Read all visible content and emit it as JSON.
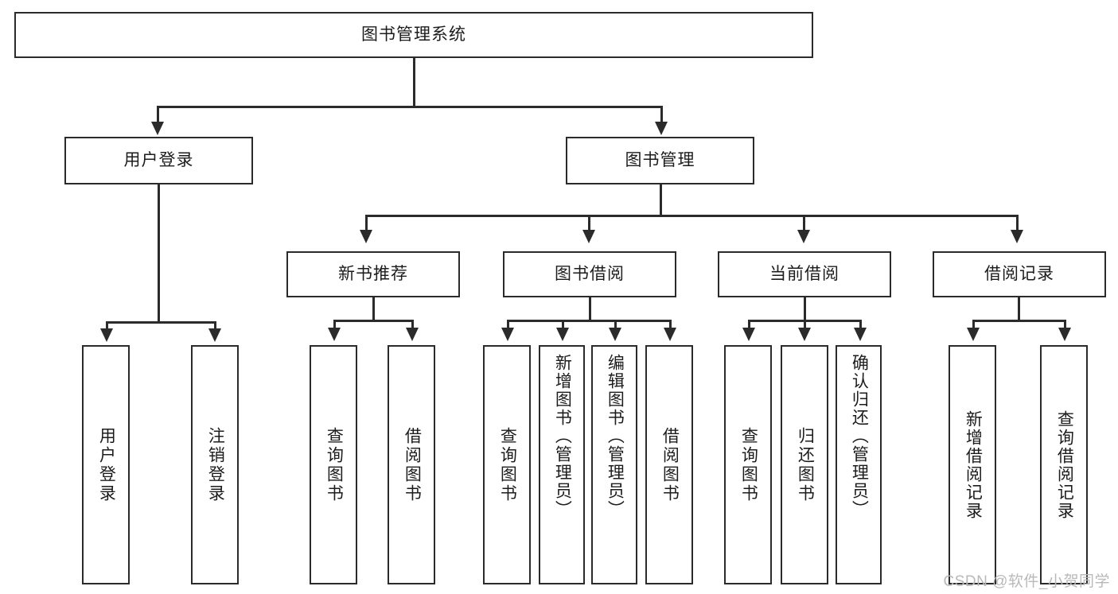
{
  "diagram": {
    "title": "图书管理系统",
    "type": "hierarchy-tree",
    "watermark": "CSDN @软件_小贺同学"
  },
  "root": {
    "label": "图书管理系统"
  },
  "level2": [
    {
      "label": "用户登录"
    },
    {
      "label": "图书管理"
    }
  ],
  "level3": [
    {
      "label": "新书推荐"
    },
    {
      "label": "图书借阅"
    },
    {
      "label": "当前借阅"
    },
    {
      "label": "借阅记录"
    }
  ],
  "leaves": {
    "user_login": [
      {
        "label": "用户登录"
      },
      {
        "label": "注销登录"
      }
    ],
    "new_book": [
      {
        "label": "查询图书"
      },
      {
        "label": "借阅图书"
      }
    ],
    "book_borrow": [
      {
        "label": "查询图书"
      },
      {
        "label": "新增图书（管理员）"
      },
      {
        "label": "编辑图书（管理员）"
      },
      {
        "label": "借阅图书"
      }
    ],
    "current_borrow": [
      {
        "label": "查询图书"
      },
      {
        "label": "归还图书"
      },
      {
        "label": "确认归还（管理员）"
      }
    ],
    "borrow_record": [
      {
        "label": "新增借阅记录"
      },
      {
        "label": "查询借阅记录"
      }
    ]
  },
  "colors": {
    "stroke": "#2b2b2b",
    "background": "#ffffff",
    "text": "#1c1c1c",
    "watermark": "#b9b9b9"
  }
}
